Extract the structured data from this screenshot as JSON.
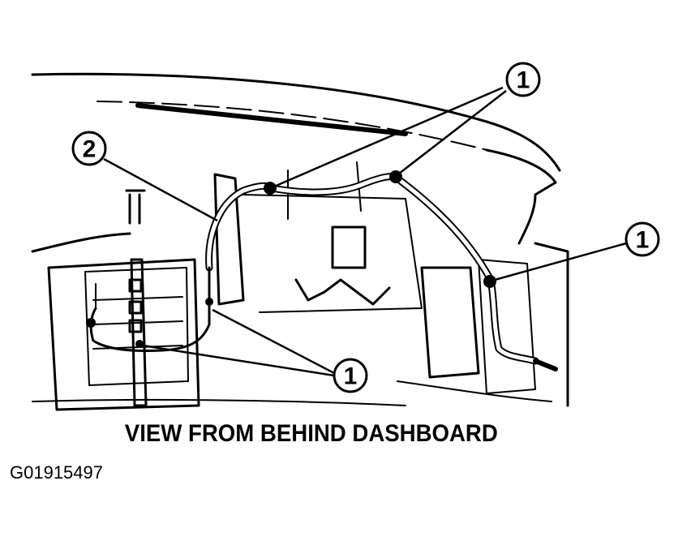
{
  "diagram": {
    "caption": "VIEW FROM BEHIND DASHBOARD",
    "figure_id": "G01915497",
    "callouts": {
      "top_right": "1",
      "left": "2",
      "right": "1",
      "bottom": "1"
    },
    "colors": {
      "ink": "#000000",
      "paper": "#ffffff"
    }
  }
}
